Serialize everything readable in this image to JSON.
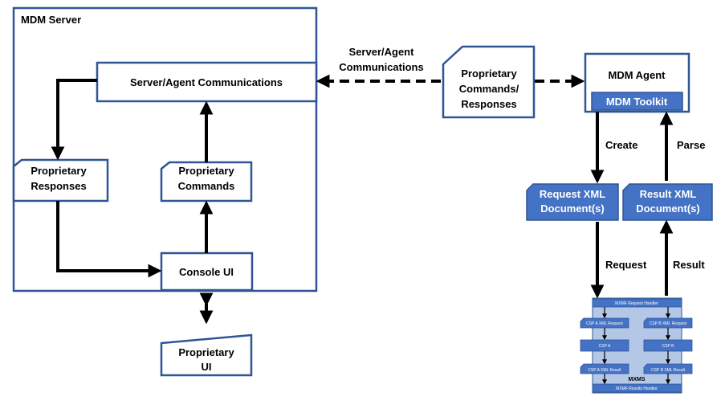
{
  "server": {
    "title": "MDM Server",
    "comms_box": "Server/Agent Communications",
    "responses": [
      "Proprietary",
      "Responses"
    ],
    "commands": [
      "Proprietary",
      "Commands"
    ],
    "console": "Console UI",
    "proprietary_ui": [
      "Proprietary",
      "UI"
    ]
  },
  "link": {
    "label": [
      "Server/Agent",
      "Communications"
    ],
    "doc": [
      "Proprietary",
      "Commands/",
      "Responses"
    ]
  },
  "agent": {
    "title": "MDM  Agent",
    "toolkit": "MDM Toolkit",
    "create": "Create",
    "parse": "Parse",
    "request_doc": [
      "Request XML",
      "Document(s)"
    ],
    "result_doc": [
      "Result XML",
      "Document(s)"
    ],
    "request": "Request",
    "result": "Result"
  },
  "mxms": {
    "top": "MXMF Request Handler",
    "bottom": "MXMF Results Handler",
    "center": "MXMS",
    "csp_a_req": "CSP A XML Request",
    "csp_b_req": "CSP B XML Request",
    "csp_a": "CSP A",
    "csp_b": "CSP B",
    "csp_a_res": "CSP A XML Result",
    "csp_b_res": "CSP B XML Result"
  },
  "colors": {
    "outline": "#2f5597",
    "fill_blue": "#4472c4",
    "mxms_bg": "#b4c7e7"
  }
}
